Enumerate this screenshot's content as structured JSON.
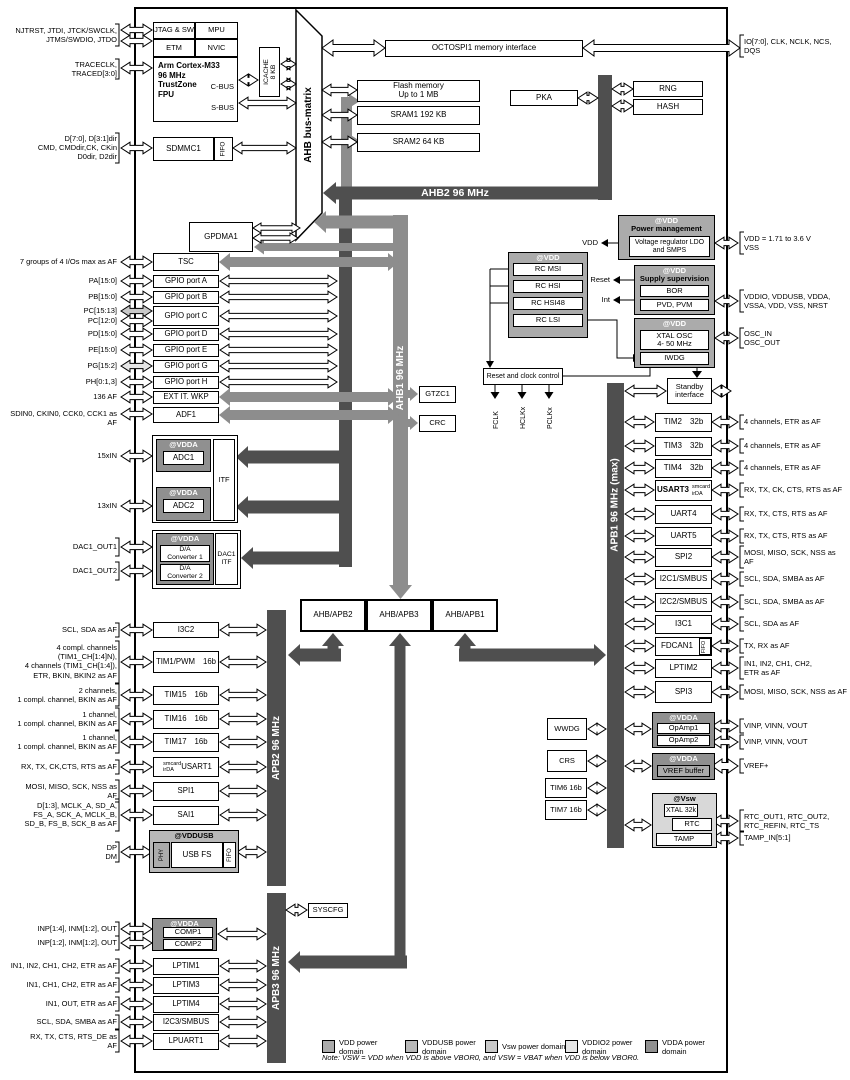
{
  "colors": {
    "bus_dark": "#4f4f4f",
    "bus_gray": "#8d8d8d",
    "domain_vdd": "#ababab",
    "domain_vdda": "#909090",
    "domain_vddusb": "#b8b8b8",
    "domain_vsw": "#d8d8d8",
    "domain_vddio2": "#e6e6e6"
  },
  "cpu": {
    "jtag": "JTAG & SW",
    "mpu": "MPU",
    "etm": "ETM",
    "nvic": "NVIC",
    "core": "Arm Cortex-M33\n96 MHz\nTrustZone\nFPU",
    "cbus": "C-BUS",
    "sbus": "S-BUS",
    "icache": "ICACHE\n8 KB",
    "sdmmc": "SDMMC1",
    "fifo": "FIFO"
  },
  "pins_left_top": [
    "NJTRST, JTDI, JTCK/SWCLK,\nJTMS/SWDIO, JTDO",
    "TRACECLK,\nTRACED[3:0]",
    "D[7:0], D[3:1]dir\nCMD, CMDdir,CK, CKin\nD0dir, D2dir"
  ],
  "mem": {
    "octospi": "OCTOSPI1 memory interface",
    "flash": "Flash memory\nUp to 1 MB",
    "sram1": "SRAM1 192 KB",
    "sram2": "SRAM2 64 KB",
    "pka": "PKA",
    "rng": "RNG",
    "hash": "HASH",
    "io_pins": "IO[7:0], CLK, NCLK, NCS,\nDQS"
  },
  "buses": {
    "matrix": "AHB bus-matrix",
    "ahb1": "AHB1 96 MHz",
    "ahb2": "AHB2 96 MHz",
    "apb1": "APB1 96 MHz (max)",
    "apb2": "APB2 96 MHz",
    "apb3": "APB3 96 MHz",
    "bridge2": "AHB/APB2",
    "bridge3": "AHB/APB3",
    "bridge1": "AHB/APB1"
  },
  "gpdma": "GPDMA1",
  "gtzc": "GTZC1",
  "crc": "CRC",
  "ahb_rows": [
    {
      "pin": "7 groups of 4 I/Os max as AF",
      "box": "TSC"
    },
    {
      "pin": "PA[15:0]",
      "box": "GPIO port A"
    },
    {
      "pin": "PB[15:0]",
      "box": "GPIO port B"
    },
    {
      "pin": "PC[15:13]",
      "pin2": "PC[12:0]",
      "box": "GPIO port C"
    },
    {
      "pin": "PD[15:0]",
      "box": "GPIO port D"
    },
    {
      "pin": "PE[15:0]",
      "box": "GPIO port E"
    },
    {
      "pin": "PG[15:2]",
      "box": "GPIO port G"
    },
    {
      "pin": "PH[0:1,3]",
      "box": "GPIO port H"
    },
    {
      "pin": "136 AF",
      "box": "EXT IT. WKP"
    },
    {
      "pin": "SDIN0, CKIN0, CCK0, CCK1 as AF",
      "box": "ADF1"
    }
  ],
  "analog": {
    "vdda": "@VDDA",
    "adc1": "ADC1",
    "adc2": "ADC2",
    "itf": "ITF",
    "pin_adc1": "15xIN",
    "pin_adc2": "13xIN",
    "dac1": "D/A\nConverter 1",
    "dac2": "D/A\nConverter 2",
    "dac_itf": "DAC1\nITF",
    "pin_dac1": "DAC1_OUT1",
    "pin_dac2": "DAC1_OUT2"
  },
  "power": {
    "vdd_tag": "@VDD",
    "pm_title": "Power management",
    "pm_inner": "Voltage regulator LDO\nand SMPS",
    "vdd_out": "VDD",
    "supply_title": "Supply supervision",
    "bor": "BOR",
    "pvd": "PVD, PVM",
    "reset_out": "Reset",
    "int_out": "Int",
    "rc": [
      "RC MSI",
      "RC HSI",
      "RC HSI48",
      "RC LSI"
    ],
    "xtal": "XTAL OSC\n4- 50 MHz",
    "iwdg": "IWDG",
    "rcc": "Reset and clock control",
    "clocks": [
      "FCLK",
      "HCLKx",
      "PCLKx"
    ],
    "pins_vdd": "VDD = 1.71 to 3.6 V\nVSS",
    "pins_vddio": "VDDIO, VDDUSB, VDDA,\nVSSA, VDD, VSS, NRST",
    "pins_osc": "OSC_IN\nOSC_OUT"
  },
  "apb1": {
    "standby": "Standby\ninterface",
    "rows": [
      {
        "box": "TIM2",
        "tag": "32b",
        "pin": "4 channels, ETR as AF"
      },
      {
        "box": "TIM3",
        "tag": "32b",
        "pin": "4 channels, ETR as AF"
      },
      {
        "box": "TIM4",
        "tag": "32b",
        "pin": "4 channels, ETR as AF"
      },
      {
        "box": "USART3",
        "sub": "smcard\nirDA",
        "pin": "RX, TX, CK, CTS, RTS as AF"
      },
      {
        "box": "UART4",
        "pin": "RX, TX, CTS, RTS as AF"
      },
      {
        "box": "UART5",
        "pin": "RX, TX, CTS, RTS as AF"
      },
      {
        "box": "SPI2",
        "pin": "MOSI, MISO, SCK, NSS as\nAF"
      },
      {
        "box": "I2C1/SMBUS",
        "pin": "SCL, SDA, SMBA as AF"
      },
      {
        "box": "I2C2/SMBUS",
        "pin": "SCL, SDA, SMBA as AF"
      },
      {
        "box": "I3C1",
        "pin": "SCL, SDA as AF"
      },
      {
        "box": "FDCAN1",
        "fifo": "FIFO",
        "pin": "TX, RX as AF"
      },
      {
        "box": "LPTIM2",
        "pin": "IN1, IN2, CH1, CH2,\nETR as AF"
      },
      {
        "box": "SPI3",
        "pin": "MOSI, MISO, SCK, NSS as AF"
      }
    ],
    "left_boxes": [
      "WWDG",
      "CRS",
      "TIM6  16b",
      "TIM7  16b"
    ],
    "opamp": {
      "tag": "@VDDA",
      "a": "OpAmp1",
      "b": "OpAmp2",
      "pin_a": "VINP, VINN, VOUT",
      "pin_b": "VINP, VINN, VOUT"
    },
    "vref": {
      "tag": "@VDDA",
      "box": "VREF buffer",
      "pin": "VREF+"
    },
    "vsw": {
      "tag": "@Vsw",
      "xtal": "XTAL 32k",
      "rtc": "RTC",
      "tamp": "TAMP",
      "pin_rtc": "RTC_OUT1, RTC_OUT2,\nRTC_REFIN, RTC_TS",
      "pin_tamp": "TAMP_IN[5:1]"
    }
  },
  "apb2": {
    "rows": [
      {
        "box": "I3C2",
        "pin": "SCL, SDA as AF"
      },
      {
        "box": "TIM1/PWM",
        "tag": "16b",
        "pin": "4 compl. channels\n(TIM1_CH[1:4]N),\n4 channels (TIM1_CH[1:4]),\nETR, BKIN, BKIN2 as AF"
      },
      {
        "box": "TIM15",
        "tag": "16b",
        "pin": "2 channels,\n1 compl. channel, BKIN as AF"
      },
      {
        "box": "TIM16",
        "tag": "16b",
        "pin": "1 channel,\n1 compl. channel, BKIN as AF"
      },
      {
        "box": "TIM17",
        "tag": "16b",
        "pin": "1 channel,\n1 compl. channel, BKIN as AF"
      },
      {
        "box": "USART1",
        "sub": "smcard\nirDA",
        "pin": "RX, TX, CK,CTS, RTS as AF"
      },
      {
        "box": "SPI1",
        "pin": "MOSI, MISO, SCK, NSS as\nAF"
      },
      {
        "box": "SAI1",
        "pin": "D[1:3], MCLK_A, SD_A,\nFS_A, SCK_A, MCLK_B,\nSD_B, FS_B, SCK_B as AF"
      }
    ],
    "usb": {
      "tag": "@VDDUSB",
      "phy": "PHY",
      "name": "USB FS",
      "fifo": "FIFO",
      "pin": "DP\nDM"
    }
  },
  "apb3": {
    "syscfg": "SYSCFG",
    "comp": {
      "tag": "@VDDA",
      "a": "COMP1",
      "b": "COMP2",
      "pin_a": "INP[1:4], INM[1:2], OUT",
      "pin_b": "INP[1:2], INM[1:2], OUT"
    },
    "rows": [
      {
        "box": "LPTIM1",
        "pin": "IN1, IN2, CH1, CH2, ETR as AF"
      },
      {
        "box": "LPTIM3",
        "pin": "IN1, CH1, CH2, ETR as AF"
      },
      {
        "box": "LPTIM4",
        "pin": "IN1, OUT, ETR as AF"
      },
      {
        "box": "I2C3/SMBUS",
        "pin": "SCL, SDA, SMBA as AF"
      },
      {
        "box": "LPUART1",
        "pin": "RX, TX, CTS, RTS_DE as\nAF"
      }
    ]
  },
  "legend": {
    "items": [
      {
        "label": "VDD power\ndomain",
        "color": "#ababab"
      },
      {
        "label": "VDDUSB power\ndomain",
        "color": "#b8b8b8"
      },
      {
        "label": "Vsw power domain",
        "color": "#c9c9c9"
      },
      {
        "label": "VDDIO2 power\ndomain",
        "color": "#e6e6e6"
      },
      {
        "label": "VDDA power\ndomain",
        "color": "#909090"
      }
    ],
    "note": "Note:  VSW = VDD when VDD is above VBOR0, and VSW = VBAT when VDD is below VBOR0."
  }
}
